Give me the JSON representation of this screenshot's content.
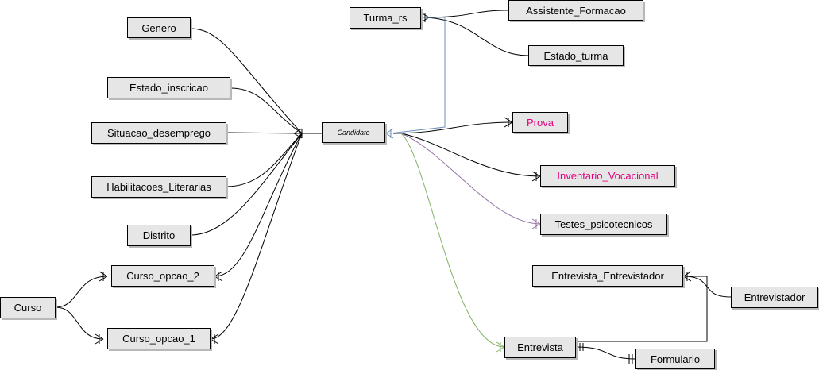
{
  "entities": {
    "candidato": "Candidato",
    "genero": "Genero",
    "estado_inscricao": "Estado_inscricao",
    "situacao_desemprego": "Situacao_desemprego",
    "habilitacoes_literarias": "Habilitacoes_Literarias",
    "distrito": "Distrito",
    "curso": "Curso",
    "curso_opcao_2": "Curso_opcao_2",
    "curso_opcao_1": "Curso_opcao_1",
    "turma_rs": "Turma_rs",
    "assistente_formacao": "Assistente_Formacao",
    "estado_turma": "Estado_turma",
    "prova": "Prova",
    "inventario_vocacional": "Inventario_Vocacional",
    "testes_psicotecnicos": "Testes_psicotecnicos",
    "entrevista_entrevistador": "Entrevista_Entrevistador",
    "entrevistador": "Entrevistador",
    "entrevista": "Entrevista",
    "formulario": "Formulario"
  },
  "colors": {
    "line_default": "#000000",
    "line_blue": "#6c8ebf",
    "line_purple": "#9673a6",
    "line_green": "#82b366",
    "text_highlight": "#e6007e",
    "box_fill": "#e6e6e6"
  }
}
